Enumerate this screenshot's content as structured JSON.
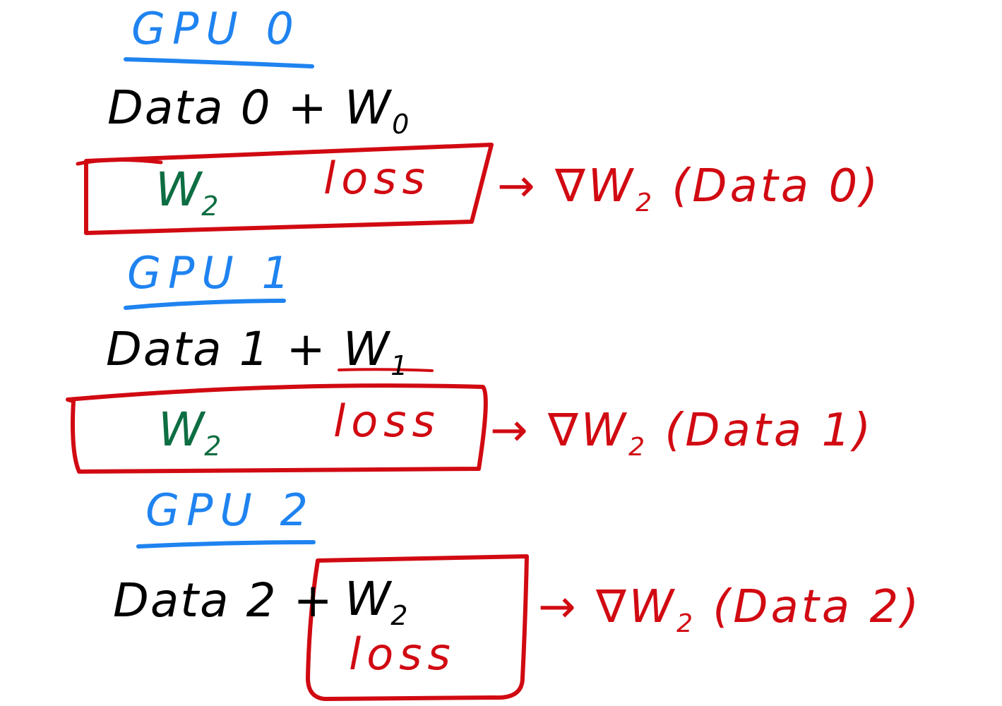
{
  "colors": {
    "gpu_label": "#1f83f0",
    "data_text": "#000000",
    "weight": "#0e6e43",
    "loss_box": "#d10a12"
  },
  "gpu0": {
    "title": "GPU 0",
    "data_prefix": "Data 0 + W",
    "data_sub": "0",
    "w2_main": "W",
    "w2_sub": "2",
    "loss": "loss",
    "grad_prefix": "→ ∇W",
    "grad_sub": "2",
    "grad_suffix": "(Data 0)"
  },
  "gpu1": {
    "title": "GPU 1",
    "data_prefix": "Data 1 + W",
    "data_sub": "1",
    "w2_main": "W",
    "w2_sub": "2",
    "loss": "loss",
    "grad_prefix": "→ ∇W",
    "grad_sub": "2",
    "grad_suffix": "(Data 1)"
  },
  "gpu2": {
    "title": "GPU 2",
    "data_prefix": "Data 2 +",
    "w2_main": "W",
    "w2_sub": "2",
    "loss": "loss",
    "grad_prefix": "→ ∇W",
    "grad_sub": "2",
    "grad_suffix": "(Data 2)"
  }
}
